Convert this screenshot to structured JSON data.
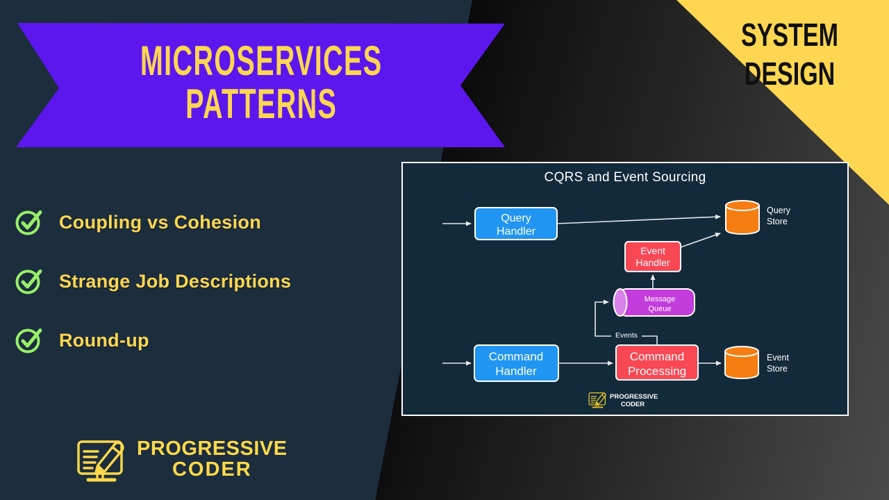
{
  "banner": {
    "line1": "MICROSERVICES",
    "line2": "PATTERNS"
  },
  "corner_tag": {
    "line1": "SYSTEM",
    "line2": "DESIGN"
  },
  "checklist": [
    {
      "label": "Coupling vs Cohesion"
    },
    {
      "label": "Strange Job Descriptions"
    },
    {
      "label": "Round-up"
    }
  ],
  "logo": {
    "line1": "PROGRESSIVE",
    "line2": "CODER"
  },
  "diagram": {
    "title": "CQRS and Event Sourcing",
    "query_handler": {
      "line1": "Query",
      "line2": "Handler"
    },
    "query_store": {
      "line1": "Query",
      "line2": "Store"
    },
    "event_handler": {
      "line1": "Event",
      "line2": "Handler"
    },
    "message_queue": {
      "line1": "Message",
      "line2": "Queue"
    },
    "events_label": "Events",
    "command_handler": {
      "line1": "Command",
      "line2": "Handler"
    },
    "command_processing": {
      "line1": "Command",
      "line2": "Processing"
    },
    "event_store": {
      "line1": "Event",
      "line2": "Store"
    },
    "mini_logo": {
      "line1": "PROGRESSIVE",
      "line2": "CODER"
    }
  },
  "colors": {
    "bg-left": "#1c2d3d",
    "bg-dark2": "#4a4a4a",
    "panel-bg": "#132a3b",
    "purple": "#5c17ee",
    "yellow": "#ffd651",
    "green": "#97f068",
    "blue": "#2095f1",
    "red": "#f94754",
    "orange": "#f57d11",
    "magenta": "#c33cdc",
    "magenta-light": "#d982ea",
    "white-line": "#e8e8e8",
    "logo-yellow": "#ffd94a",
    "mini-logo-yellow": "#e5c32c"
  }
}
